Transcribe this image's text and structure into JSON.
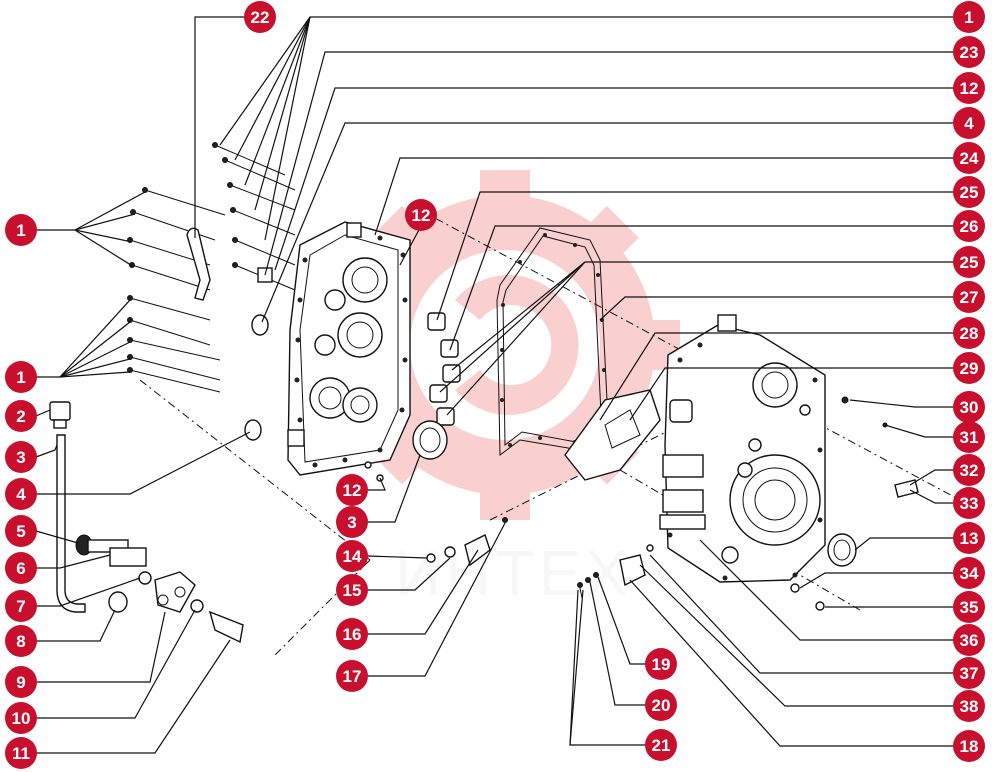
{
  "watermark": {
    "text": "ИНТЕХ",
    "color": "#e8302a"
  },
  "callout_color": "#c8102e",
  "callouts": [
    {
      "id": "c-1-top",
      "label": "1"
    },
    {
      "id": "c-23",
      "label": "23"
    },
    {
      "id": "c-12-a",
      "label": "12"
    },
    {
      "id": "c-4-top",
      "label": "4"
    },
    {
      "id": "c-24",
      "label": "24"
    },
    {
      "id": "c-25-a",
      "label": "25"
    },
    {
      "id": "c-26",
      "label": "26"
    },
    {
      "id": "c-25-b",
      "label": "25"
    },
    {
      "id": "c-27",
      "label": "27"
    },
    {
      "id": "c-28",
      "label": "28"
    },
    {
      "id": "c-29",
      "label": "29"
    },
    {
      "id": "c-30",
      "label": "30"
    },
    {
      "id": "c-31",
      "label": "31"
    },
    {
      "id": "c-32",
      "label": "32"
    },
    {
      "id": "c-33",
      "label": "33"
    },
    {
      "id": "c-13",
      "label": "13"
    },
    {
      "id": "c-34",
      "label": "34"
    },
    {
      "id": "c-35",
      "label": "35"
    },
    {
      "id": "c-36",
      "label": "36"
    },
    {
      "id": "c-37",
      "label": "37"
    },
    {
      "id": "c-38",
      "label": "38"
    },
    {
      "id": "c-18",
      "label": "18"
    },
    {
      "id": "c-22",
      "label": "22"
    },
    {
      "id": "c-1-left-a",
      "label": "1"
    },
    {
      "id": "c-1-left-b",
      "label": "1"
    },
    {
      "id": "c-2",
      "label": "2"
    },
    {
      "id": "c-3-left",
      "label": "3"
    },
    {
      "id": "c-4-left",
      "label": "4"
    },
    {
      "id": "c-5",
      "label": "5"
    },
    {
      "id": "c-6",
      "label": "6"
    },
    {
      "id": "c-7",
      "label": "7"
    },
    {
      "id": "c-8",
      "label": "8"
    },
    {
      "id": "c-9",
      "label": "9"
    },
    {
      "id": "c-10",
      "label": "10"
    },
    {
      "id": "c-11",
      "label": "11"
    },
    {
      "id": "c-12-b",
      "label": "12"
    },
    {
      "id": "c-12-c",
      "label": "12"
    },
    {
      "id": "c-3-mid",
      "label": "3"
    },
    {
      "id": "c-14",
      "label": "14"
    },
    {
      "id": "c-15",
      "label": "15"
    },
    {
      "id": "c-16",
      "label": "16"
    },
    {
      "id": "c-17",
      "label": "17"
    },
    {
      "id": "c-19",
      "label": "19"
    },
    {
      "id": "c-20",
      "label": "20"
    },
    {
      "id": "c-21",
      "label": "21"
    }
  ]
}
